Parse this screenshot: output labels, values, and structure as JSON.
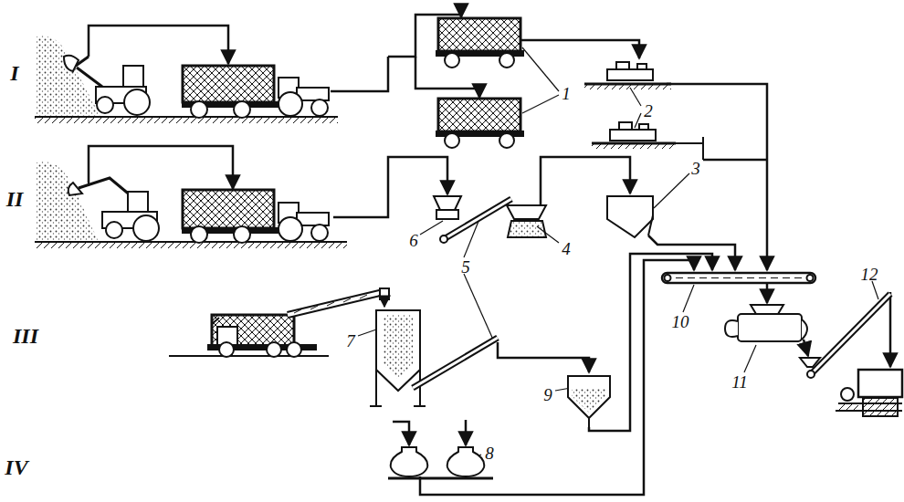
{
  "diagram": {
    "labels": [
      "I",
      "II",
      "III",
      "IV",
      "1",
      "2",
      "3",
      "4",
      "5",
      "6",
      "7",
      "8",
      "9",
      "10",
      "11",
      "12"
    ]
  }
}
